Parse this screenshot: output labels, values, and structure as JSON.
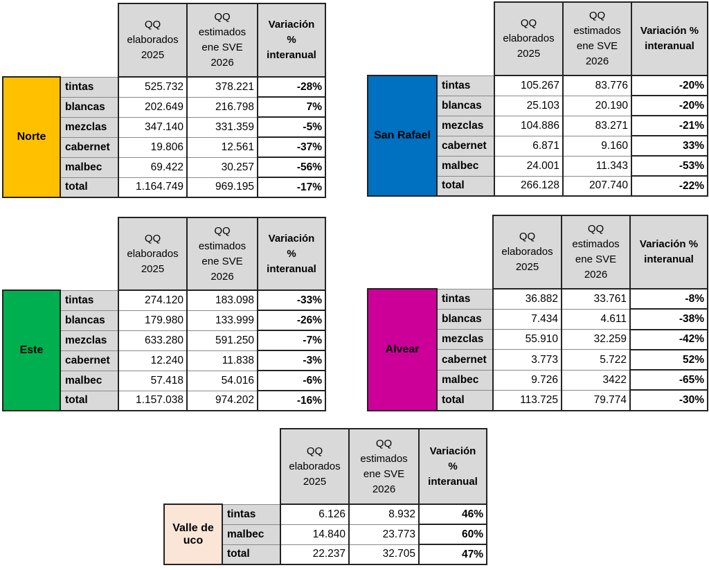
{
  "headers": [
    "QQ elaborados 2025",
    "QQ estimados ene SVE 2026",
    "Variación % interanual"
  ],
  "tables": [
    {
      "id": "norte",
      "region": "Norte",
      "color": "#FFC000",
      "rows": [
        [
          "tintas",
          "525.732",
          "378.221",
          "-28%"
        ],
        [
          "blancas",
          "202.649",
          "216.798",
          "7%"
        ],
        [
          "mezclas",
          "347.140",
          "331.359",
          "-5%"
        ],
        [
          "cabernet",
          "19.806",
          "12.561",
          "-37%"
        ],
        [
          "malbec",
          "69.422",
          "30.257",
          "-56%"
        ],
        [
          "total",
          "1.164.749",
          "969.195",
          "-17%"
        ]
      ]
    },
    {
      "id": "sanrafael",
      "region": "San Rafael",
      "color": "#0070C0",
      "rows": [
        [
          "tintas",
          "105.267",
          "83.776",
          "-20%"
        ],
        [
          "blancas",
          "25.103",
          "20.190",
          "-20%"
        ],
        [
          "mezclas",
          "104.886",
          "83.271",
          "-21%"
        ],
        [
          "cabernet",
          "6.871",
          "9.160",
          "33%"
        ],
        [
          "malbec",
          "24.001",
          "11.343",
          "-53%"
        ],
        [
          "total",
          "266.128",
          "207.740",
          "-22%"
        ]
      ]
    },
    {
      "id": "este",
      "region": "Este",
      "color": "#00B050",
      "rows": [
        [
          "tintas",
          "274.120",
          "183.098",
          "-33%"
        ],
        [
          "blancas",
          "179.980",
          "133.999",
          "-26%"
        ],
        [
          "mezclas",
          "633.280",
          "591.250",
          "-7%"
        ],
        [
          "cabernet",
          "12.240",
          "11.838",
          "-3%"
        ],
        [
          "malbec",
          "57.418",
          "54.016",
          "-6%"
        ],
        [
          "total",
          "1.157.038",
          "974.202",
          "-16%"
        ]
      ]
    },
    {
      "id": "alvear",
      "region": "Alvear",
      "color": "#CC0099",
      "rows": [
        [
          "tintas",
          "36.882",
          "33.761",
          "-8%"
        ],
        [
          "blancas",
          "7.434",
          "4.611",
          "-38%"
        ],
        [
          "mezclas",
          "55.910",
          "32.259",
          "-42%"
        ],
        [
          "cabernet",
          "3.773",
          "5.722",
          "52%"
        ],
        [
          "malbec",
          "9.726",
          "3422",
          "-65%"
        ],
        [
          "total",
          "113.725",
          "79.774",
          "-30%"
        ]
      ]
    },
    {
      "id": "valle",
      "region": "Valle de uco",
      "color": "#FBE5D6",
      "rows": [
        [
          "tintas",
          "6.126",
          "8.932",
          "46%"
        ],
        [
          "malbec",
          "14.840",
          "23.773",
          "60%"
        ],
        [
          "total",
          "22.237",
          "32.705",
          "47%"
        ]
      ]
    }
  ]
}
